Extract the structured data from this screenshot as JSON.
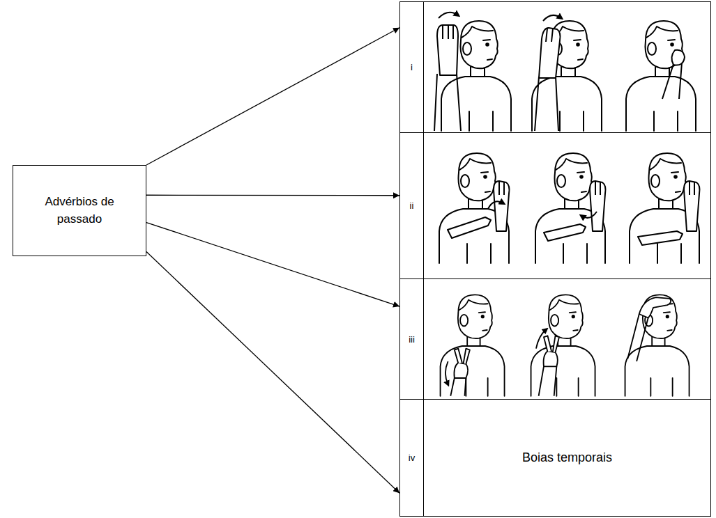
{
  "diagram": {
    "nodes": [
      {
        "text": [
          "Advérbios de passado"
        ]
      },
      {
        "text": [
          "i"
        ]
      },
      {
        "text": [
          "ii"
        ]
      },
      {
        "text": [
          "iii"
        ]
      },
      {
        "text": [
          "iv",
          "Boias temporais"
        ]
      }
    ],
    "edges": [
      {
        "from": 0,
        "to": 1,
        "arrow": "to"
      },
      {
        "from": 0,
        "to": 2,
        "arrow": "to"
      },
      {
        "from": 0,
        "to": 3,
        "arrow": "to"
      },
      {
        "from": 0,
        "to": 4,
        "arrow": "to"
      }
    ]
  }
}
